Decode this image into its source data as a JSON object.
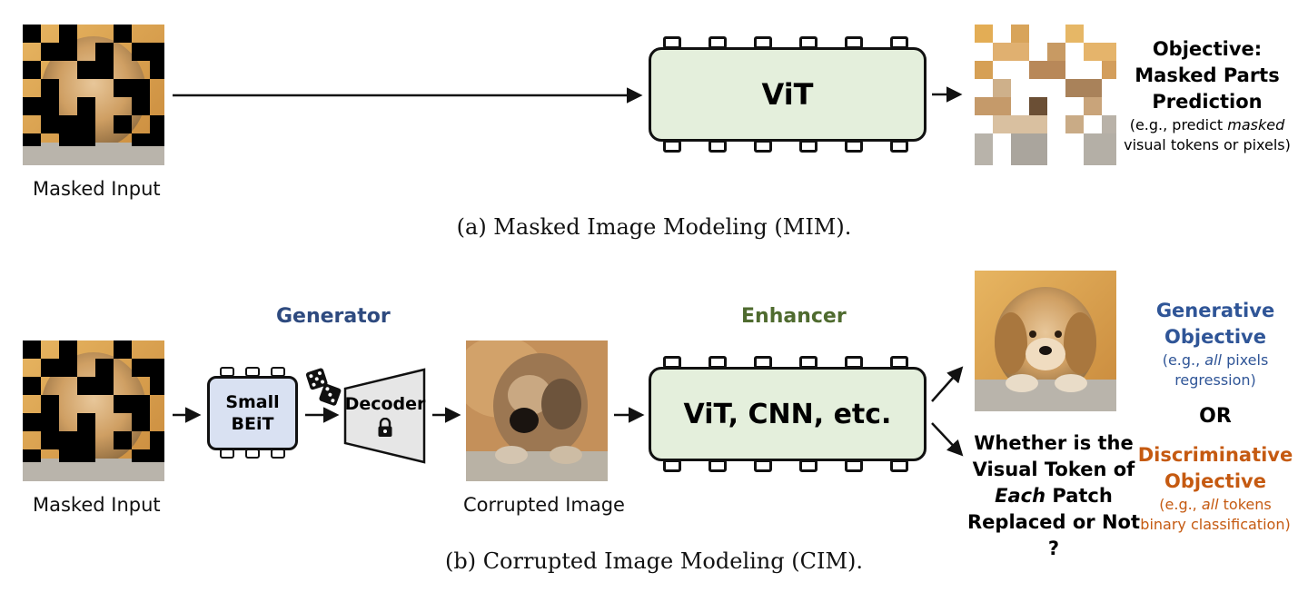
{
  "panel_a": {
    "input_label": "Masked Input",
    "model_label": "ViT",
    "objective_title_1": "Objective:",
    "objective_title_2": "Masked Parts",
    "objective_title_3": "Prediction",
    "objective_note_1": "(e.g., predict ",
    "objective_note_1_italic": "masked",
    "objective_note_2": "visual tokens or pixels)",
    "caption": "(a) Masked Image Modeling (MIM)."
  },
  "panel_b": {
    "input_label": "Masked Input",
    "generator_title": "Generator",
    "small_beit_1": "Small",
    "small_beit_2": "BEiT",
    "decoder_label": "Decoder",
    "corrupted_label": "Corrupted Image",
    "enhancer_title": "Enhancer",
    "enhancer_model": "ViT, CNN, etc.",
    "gen_obj_1": "Generative",
    "gen_obj_2": "Objective",
    "gen_note_1a": "(e.g., ",
    "gen_note_1b": "all",
    "gen_note_1c": " pixels",
    "gen_note_2": "regression)",
    "or_label": "OR",
    "disc_obj_1": "Discriminative",
    "disc_obj_2": "Objective",
    "disc_note_1a": "(e.g., ",
    "disc_note_1b": "all",
    "disc_note_1c": " tokens",
    "disc_note_2": "binary classification)",
    "question_1": "Whether is the",
    "question_2": "Visual Token of",
    "question_3a": "Each",
    "question_3b": " Patch",
    "question_4": "Replaced or Not ?",
    "caption": "(b) Corrupted Image Modeling (CIM)."
  },
  "colors": {
    "generator_blue": "#2e4a7f",
    "enhancer_green": "#4f6b2f",
    "generative_blue": "#2f5597",
    "discriminative_orange": "#c55a11",
    "vit_fill": "#e4efdc",
    "small_beit_fill": "#d9e1f2",
    "decoder_fill": "#e6e6e6"
  },
  "icons": [
    "dice-icon",
    "lock-icon",
    "arrow-icon"
  ]
}
